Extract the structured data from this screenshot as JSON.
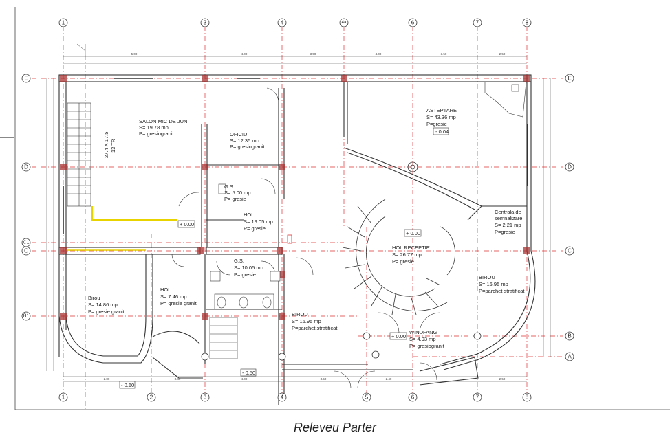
{
  "axes": {
    "columns": [
      "1",
      "3",
      "4",
      "4a",
      "6",
      "7",
      "8"
    ],
    "columns_bottom": [
      "1",
      "2",
      "3",
      "4",
      "5",
      "6",
      "7",
      "8"
    ],
    "rows": [
      "E",
      "D",
      "C1",
      "C",
      "B1",
      "B",
      "A"
    ]
  },
  "rooms": {
    "salon": {
      "name": "SALON MIC DE JUN",
      "area": "S= 19.78 mp",
      "floor": "P= gresiogranit"
    },
    "oficiu": {
      "name": "OFICIU",
      "area": "S= 12.35 mp",
      "floor": "P= gresiogranit"
    },
    "asteptare": {
      "name": "ASTEPTARE",
      "area": "S= 43.36 mp",
      "floor": "P=gresie"
    },
    "gs1": {
      "name": "G.S.",
      "area": "S= 5.00 mp",
      "floor": "P= gresie"
    },
    "hol1": {
      "name": "HOL",
      "area": "S= 19.05 mp",
      "floor": "P= gresie"
    },
    "centrala": {
      "name1": "Centrala de",
      "name2": "semnalizare",
      "area": "S= 2.21 mp",
      "floor": "P=gresie"
    },
    "hol_receptie": {
      "name": "HOL RECEPTIE",
      "area": "S= 26.77 mp",
      "floor": "P= gresie"
    },
    "gs2": {
      "name": "G.S.",
      "area": "S= 10.05 mp",
      "floor": "P= gresie"
    },
    "birou_left": {
      "name": "Birou",
      "area": "S= 14.86 mp",
      "floor": "P= gresie granit"
    },
    "hol2": {
      "name": "HOL",
      "area": "S= 7.46 mp",
      "floor": "P= gresie granit"
    },
    "birou_mid": {
      "name": "BIROU",
      "area": "S= 16.95 mp",
      "floor": "P=parchet stratificat"
    },
    "birou_right": {
      "name": "BIROU",
      "area": "S= 16.95 mp",
      "floor": "P=parchet stratificat"
    },
    "windfang": {
      "name": "WINDFANG",
      "area": "S= 4.93 mp",
      "floor": "P= gresiogranit"
    }
  },
  "stair_label": {
    "line1": "27.4 X 17.5",
    "line2": "13 TR"
  },
  "elevations": {
    "asteptare": "- 0.04",
    "hol": "+ 0.00",
    "hol_receptie": "+ 0.00",
    "windfang": "+ 0.00",
    "exterior_mid": "- 0.50",
    "exterior_left": "- 0.60"
  },
  "caption": "Releveu Parter"
}
